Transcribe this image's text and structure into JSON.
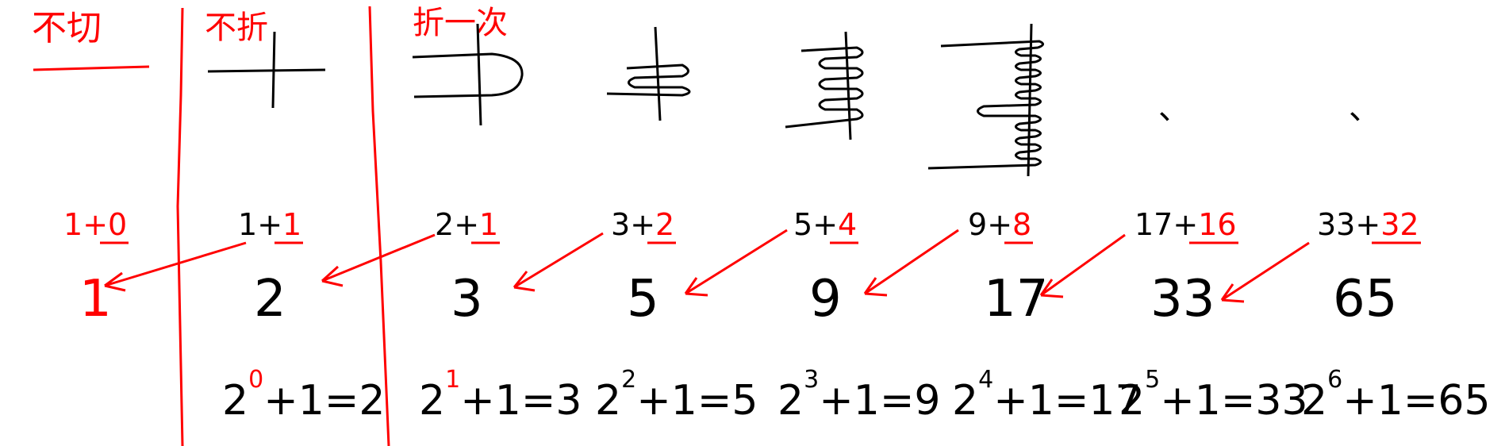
{
  "colors": {
    "ink": "#000000",
    "accent": "#ff0000",
    "background": "#ffffff"
  },
  "headers": [
    "不切",
    "不折",
    "折一次"
  ],
  "columns": [
    {
      "key": "no-cut",
      "sum_a": "1",
      "op": "+",
      "sum_b": "0",
      "result": "1",
      "formula": null,
      "ink": "accent"
    },
    {
      "key": "no-fold",
      "sum_a": "1",
      "op": "+",
      "sum_b": "1",
      "result": "2",
      "formula": {
        "base": "2",
        "exp": "0",
        "rest": "+1=2"
      },
      "ink": "ink"
    },
    {
      "key": "fold-1",
      "sum_a": "2",
      "op": "+",
      "sum_b": "1",
      "result": "3",
      "formula": {
        "base": "2",
        "exp": "1",
        "rest": "+1=3"
      },
      "ink": "ink"
    },
    {
      "key": "fold-2",
      "sum_a": "3",
      "op": "+",
      "sum_b": "2",
      "result": "5",
      "formula": {
        "base": "2",
        "exp": "2",
        "rest": "+1=5"
      },
      "ink": "ink"
    },
    {
      "key": "fold-3",
      "sum_a": "5",
      "op": "+",
      "sum_b": "4",
      "result": "9",
      "formula": {
        "base": "2",
        "exp": "3",
        "rest": "+1=9"
      },
      "ink": "ink"
    },
    {
      "key": "fold-4",
      "sum_a": "9",
      "op": "+",
      "sum_b": "8",
      "result": "17",
      "formula": {
        "base": "2",
        "exp": "4",
        "rest": "+1=17"
      },
      "ink": "ink"
    },
    {
      "key": "fold-5",
      "sum_a": "17",
      "op": "+",
      "sum_b": "16",
      "result": "33",
      "formula": {
        "base": "2",
        "exp": "5",
        "rest": "+1=33"
      },
      "ink": "ink"
    },
    {
      "key": "fold-6",
      "sum_a": "33",
      "op": "+",
      "sum_b": "32",
      "result": "65",
      "formula": {
        "base": "2",
        "exp": "6",
        "rest": "+1=65"
      },
      "ink": "ink"
    }
  ],
  "ellipsis_marks": [
    "、",
    "、"
  ]
}
